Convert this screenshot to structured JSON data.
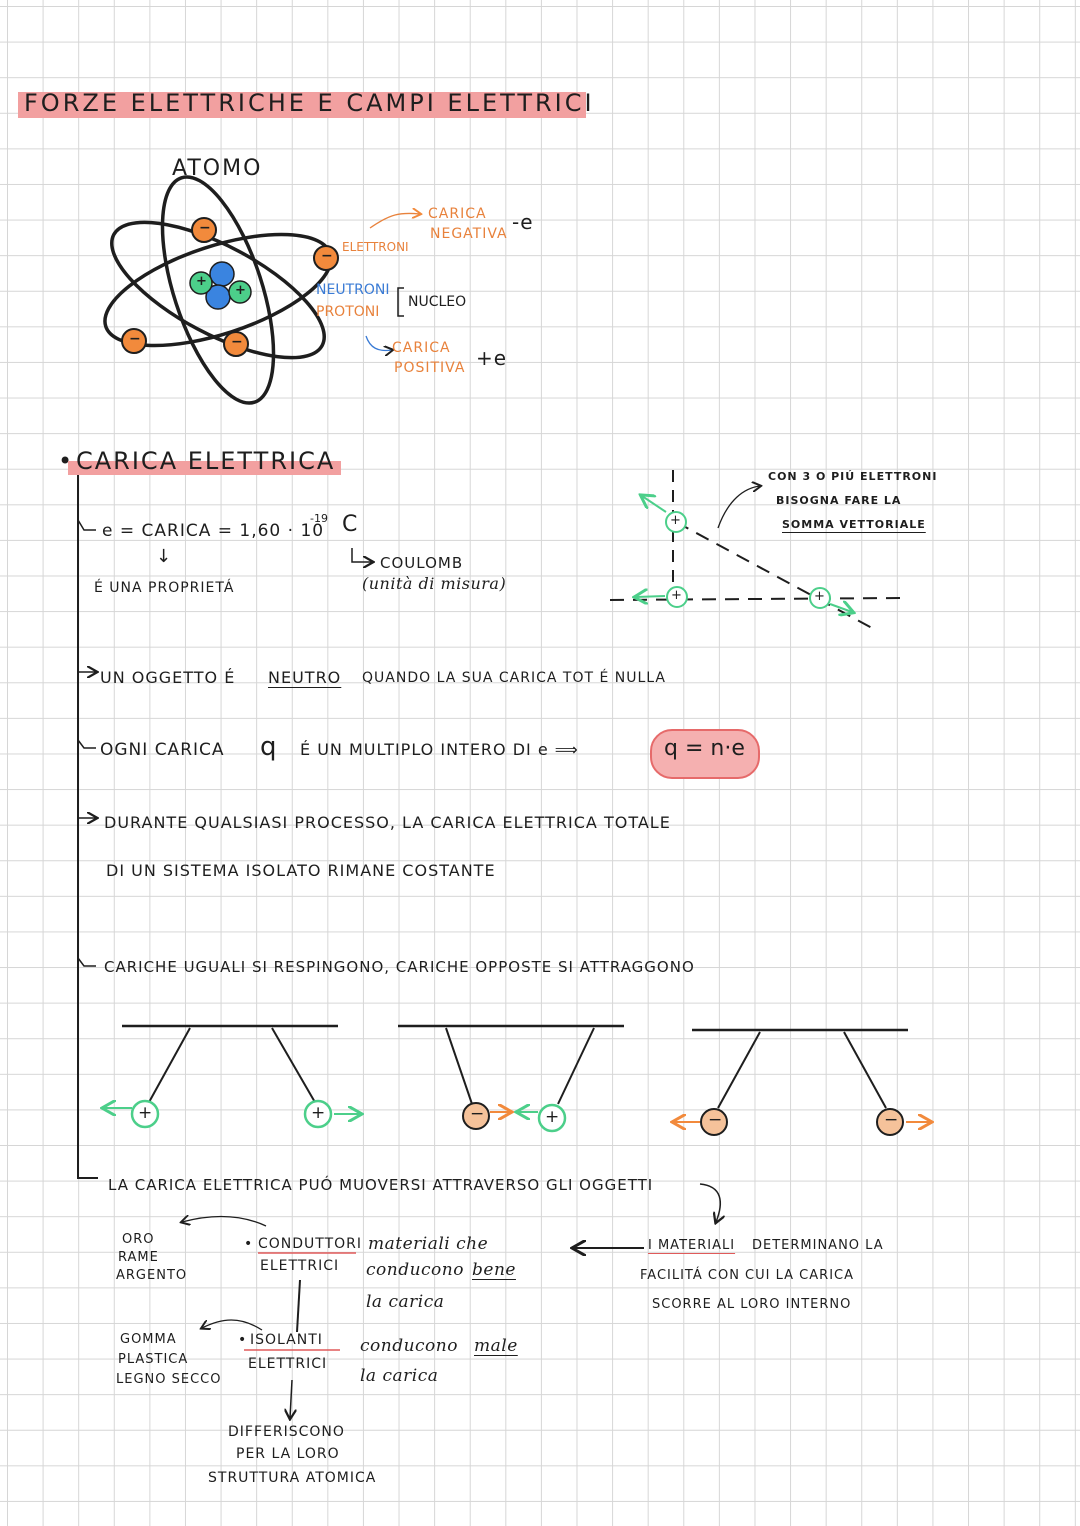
{
  "title": "FORZE ELETTRICHE E CAMPI ELETTRICI",
  "atom": {
    "heading": "ATOMO",
    "elettroni": "ELETTRONI",
    "carica_negativa_1": "CARICA",
    "carica_negativa_2": "NEGATIVA",
    "minus_e": "-e",
    "neutroni": "NEUTRONI",
    "protoni": "PROTONI",
    "nucleo": "NUCLEO",
    "carica_positiva_1": "CARICA",
    "carica_positiva_2": "POSITIVA",
    "plus_e": "+e",
    "minus_sign": "−",
    "plus_sign": "+"
  },
  "carica": {
    "heading": "CARICA ELETTRICA",
    "e_def": "e = CARICA = 1,60 · 10",
    "exponent": "-19",
    "unit": "C",
    "arrow_down": "↓",
    "e_prop": "É UNA PROPRIETÁ",
    "coulomb": "COULOMB",
    "unita": "(unità di misura)",
    "vector_note_1": "CON 3 O PIÚ ELETTRONI",
    "vector_note_2": "BISOGNA FARE LA",
    "vector_note_3": "SOMMA VETTORIALE"
  },
  "statements": {
    "neutro_a": "UN OGGETTO É",
    "neutro_b": "NEUTRO",
    "neutro_c": "QUANDO LA SUA CARICA TOT É NULLA",
    "multiplo_a": "OGNI CARICA",
    "multiplo_q": "q",
    "multiplo_b": "É UN MULTIPLO INTERO DI e ⟹",
    "formula": "q = n·e",
    "conserv_a": "DURANTE QUALSIASI PROCESSO, LA CARICA ELETTRICA TOTALE",
    "conserv_b": "DI UN SISTEMA ISOLATO RIMANE COSTANTE",
    "cariche": "CARICHE UGUALI SI RESPINGONO, CARICHE OPPOSTE SI ATTRAGGONO",
    "muoversi": "LA CARICA ELETTRICA PUÓ MUOVERSI ATTRAVERSO GLI OGGETTI"
  },
  "materials": {
    "oro": "ORO",
    "rame": "RAME",
    "argento": "ARGENTO",
    "conduttori_1": "CONDUTTORI",
    "conduttori_2": "ELETTRICI",
    "cond_desc_1": "materiali che",
    "cond_desc_2a": "conducono",
    "cond_desc_2b": "bene",
    "cond_desc_3": "la carica",
    "gomma": "GOMMA",
    "plastica": "PLASTICA",
    "legno": "LEGNO SECCO",
    "isolanti_1": "ISOLANTI",
    "isolanti_2": "ELETTRICI",
    "iso_desc_1a": "conducono",
    "iso_desc_1b": "male",
    "iso_desc_2": "la carica",
    "differiscono_1": "DIFFERISCONO",
    "differiscono_2": "PER LA LORO",
    "differiscono_3": "STRUTTURA ATOMICA",
    "right_1a": "I MATERIALI",
    "right_1b": "DETERMINANO LA",
    "right_2": "FACILITÁ CON CUI LA CARICA",
    "right_3": "SCORRE AL LORO INTERNO"
  }
}
